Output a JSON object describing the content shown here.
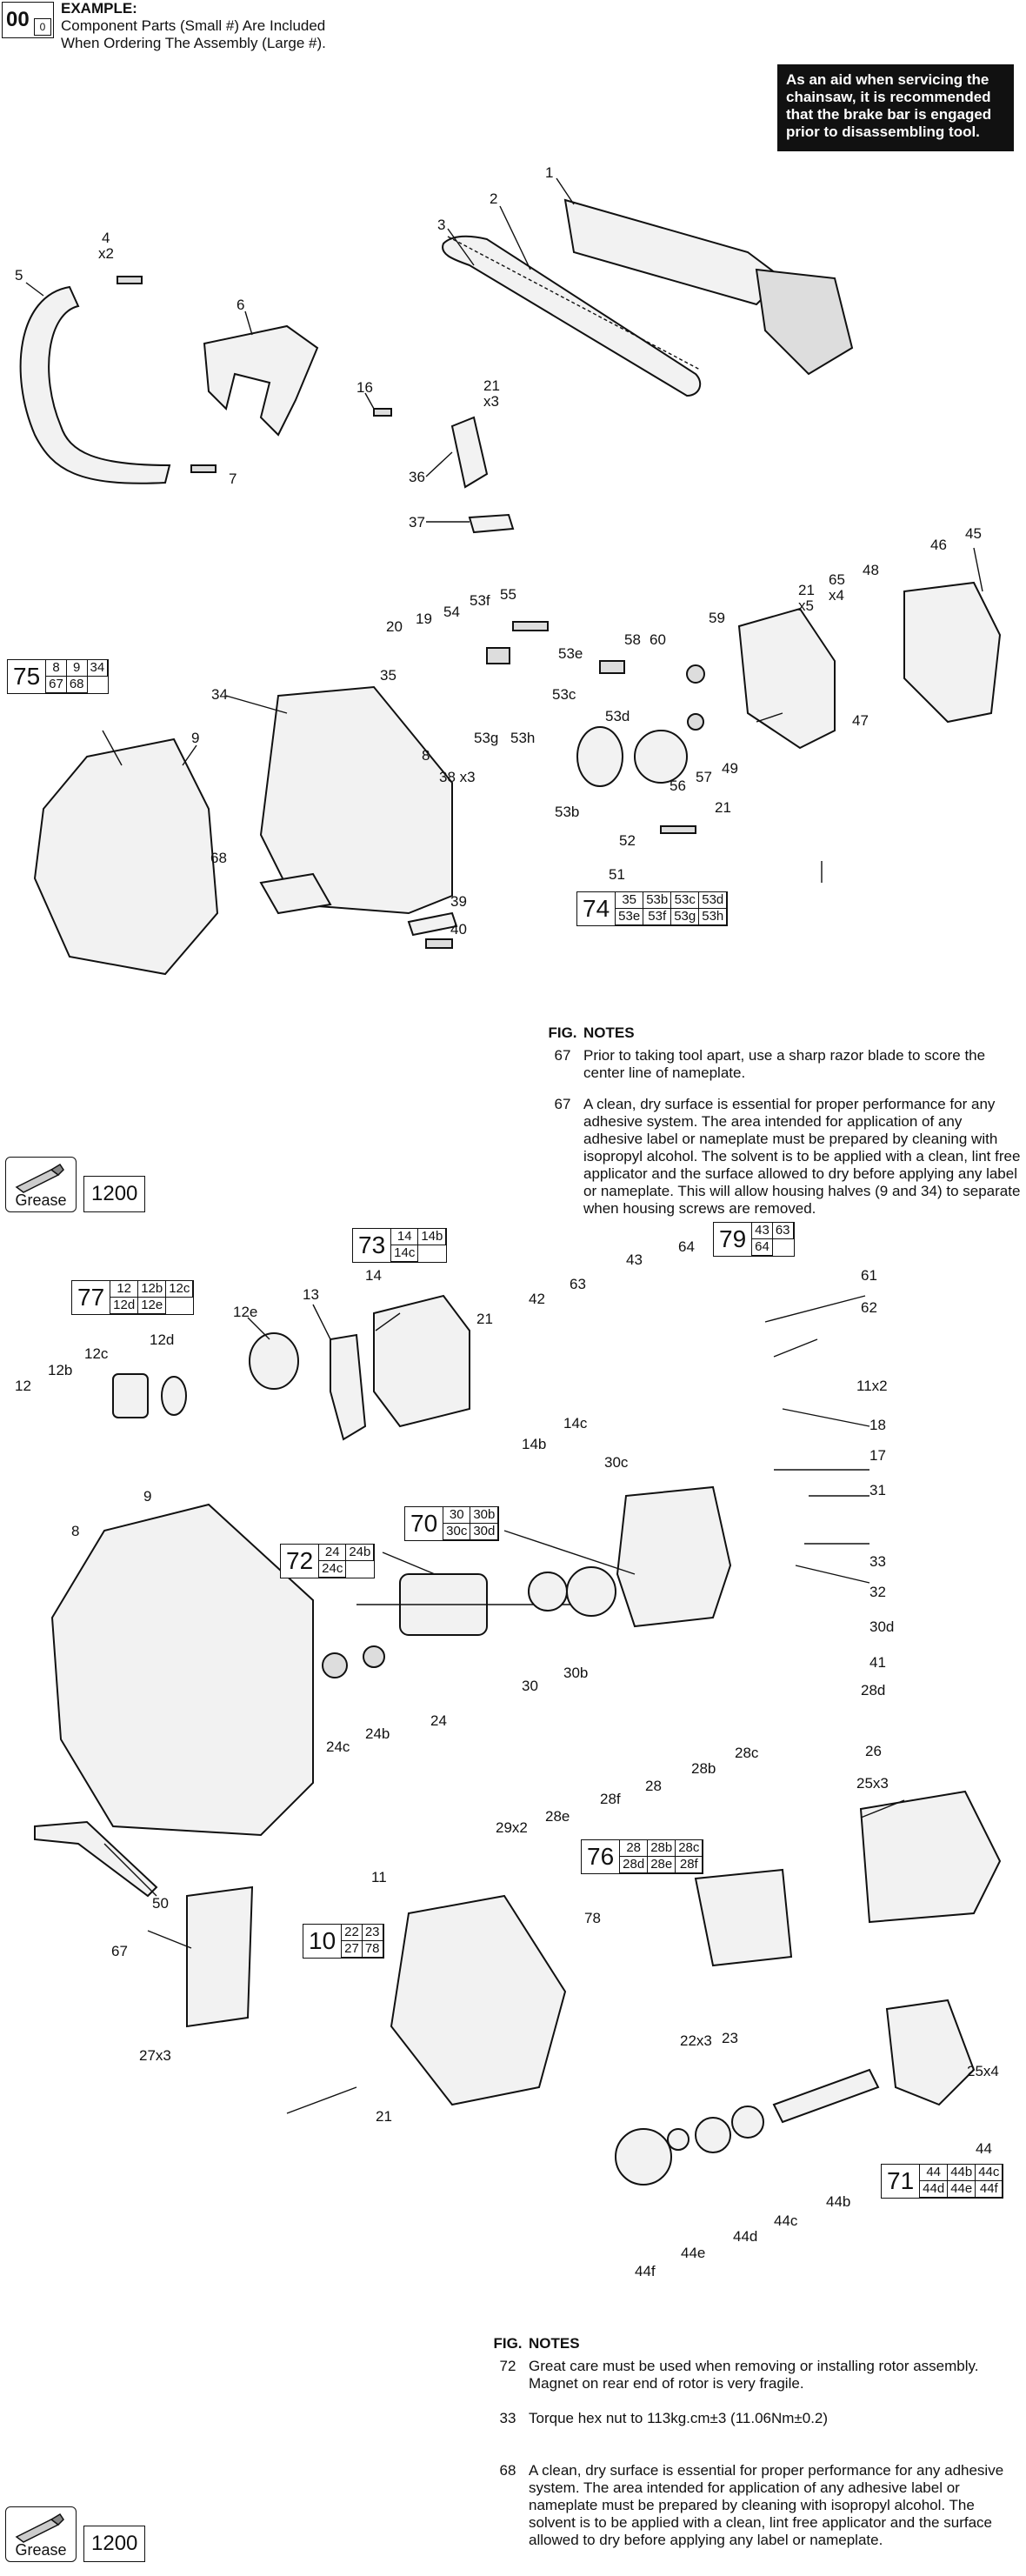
{
  "example": {
    "big_num": "00",
    "small_num": "0",
    "heading": "EXAMPLE:",
    "line1": "Component Parts (Small #) Are Included",
    "line2": "When Ordering The Assembly (Large #)."
  },
  "aid_notice": {
    "line1": "As an aid when servicing the",
    "line2": "chainsaw, it is recommended",
    "line3": "that the brake bar is engaged",
    "line4": "prior to disassembling tool."
  },
  "callouts_top": [
    "1",
    "2",
    "3",
    "4",
    "x2",
    "5",
    "6",
    "7",
    "16",
    "21",
    "x3",
    "36",
    "37",
    "45",
    "46",
    "48",
    "65",
    "x4",
    "21",
    "x5",
    "55",
    "54",
    "53f",
    "19",
    "20",
    "53e",
    "58",
    "60",
    "59",
    "35",
    "53c",
    "53d",
    "53g",
    "53h",
    "34",
    "8",
    "9",
    "38 x3",
    "56",
    "57",
    "49",
    "47",
    "53b",
    "52",
    "51",
    "21",
    "68",
    "39",
    "40"
  ],
  "asm_top": [
    {
      "big": "75",
      "cells": [
        "8",
        "9",
        "34",
        "67",
        "68"
      ]
    },
    {
      "big": "74",
      "cells": [
        "35",
        "53b",
        "53c",
        "53d",
        "53e",
        "53f",
        "53g",
        "53h"
      ]
    }
  ],
  "notes_top": {
    "col_fig": "FIG.",
    "col_notes": "NOTES",
    "items": [
      {
        "fig": "67",
        "text": "Prior to taking tool apart, use a sharp razor blade to score the center line of nameplate."
      },
      {
        "fig": "67",
        "text": "A clean, dry surface is essential for proper performance for any adhesive system. The area intended for application of any adhesive label or nameplate must be prepared by cleaning with isopropyl alcohol. The solvent is to be applied with a clean, lint free applicator and the surface allowed to dry before applying any label or nameplate. This will allow housing halves (9 and 34) to separate when housing screws are removed."
      }
    ]
  },
  "grease": {
    "label": "Grease",
    "num": "1200"
  },
  "asm_mid": [
    {
      "big": "73",
      "cells": [
        "14",
        "14b",
        "14c"
      ]
    },
    {
      "big": "79",
      "cells": [
        "43",
        "63",
        "64"
      ]
    },
    {
      "big": "77",
      "cells": [
        "12",
        "12b",
        "12c",
        "12d",
        "12e"
      ]
    },
    {
      "big": "70",
      "cells": [
        "30",
        "30b",
        "30c",
        "30d"
      ]
    },
    {
      "big": "72",
      "cells": [
        "24",
        "24b",
        "24c"
      ]
    },
    {
      "big": "76",
      "cells": [
        "28",
        "28b",
        "28c",
        "28d",
        "28e",
        "28f"
      ]
    },
    {
      "big": "10",
      "cells": [
        "22",
        "23",
        "27",
        "78"
      ]
    },
    {
      "big": "71",
      "cells": [
        "44",
        "44b",
        "44c",
        "44d",
        "44e",
        "44f"
      ]
    }
  ],
  "callouts_bottom": [
    "12e",
    "13",
    "14",
    "21",
    "42",
    "63",
    "43",
    "64",
    "61",
    "62",
    "12d",
    "12c",
    "12b",
    "12",
    "14b",
    "14c",
    "11x2",
    "18",
    "17",
    "30c",
    "31",
    "33",
    "32",
    "30d",
    "41",
    "28d",
    "9",
    "8",
    "30",
    "30b",
    "24",
    "24c",
    "24b",
    "28c",
    "28b",
    "28",
    "28f",
    "28e",
    "29x2",
    "26",
    "25x3",
    "11",
    "78",
    "23",
    "22x3",
    "25x4",
    "50",
    "67",
    "27x3",
    "21",
    "44",
    "44b",
    "44c",
    "44d",
    "44e",
    "44f"
  ],
  "notes_bottom": {
    "col_fig": "FIG.",
    "col_notes": "NOTES",
    "items": [
      {
        "fig": "72",
        "text": "Great care must be used when removing or installing rotor assembly. Magnet on rear end of rotor is very fragile."
      },
      {
        "fig": "33",
        "text": "Torque hex nut to 113kg.cm±3 (11.06Nm±0.2)"
      },
      {
        "fig": "68",
        "text": "A clean, dry surface is essential for proper performance for any adhesive system. The area intended for application of any adhesive label or nameplate must be prepared by cleaning with isopropyl alcohol. The solvent is to be applied with a clean, lint free applicator and the surface allowed to dry before applying any label or nameplate."
      }
    ]
  }
}
